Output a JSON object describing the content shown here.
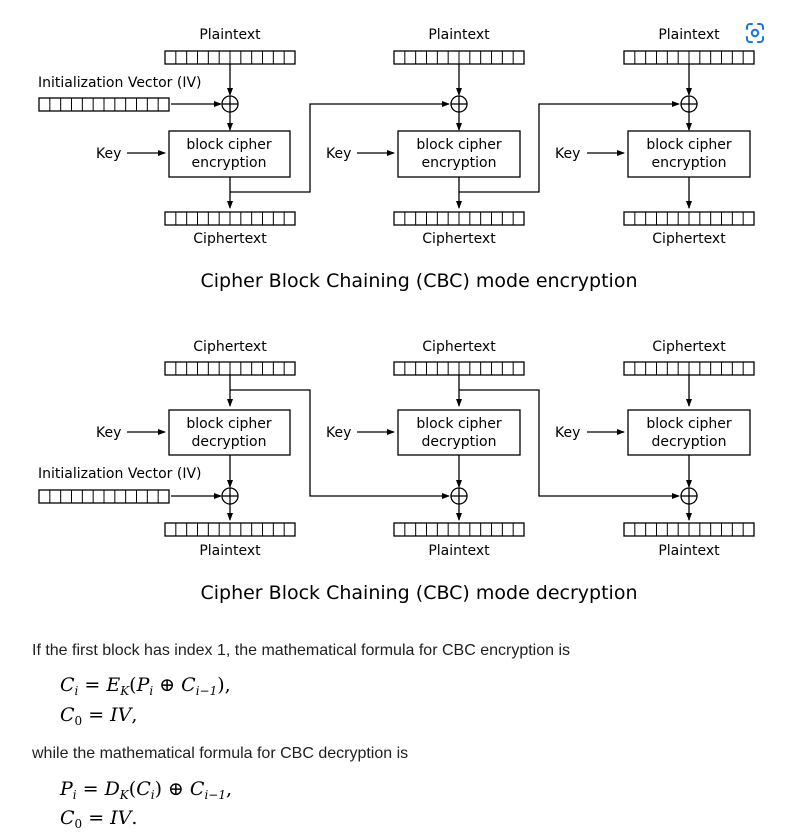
{
  "encryption": {
    "top_labels": [
      "Plaintext",
      "Plaintext",
      "Plaintext"
    ],
    "bottom_labels": [
      "Ciphertext",
      "Ciphertext",
      "Ciphertext"
    ],
    "iv_label": "Initialization Vector (IV)",
    "key_labels": [
      "Key",
      "Key",
      "Key"
    ],
    "block_line1": [
      "block cipher",
      "block cipher",
      "block cipher"
    ],
    "block_line2": [
      "encryption",
      "encryption",
      "encryption"
    ],
    "caption": "Cipher Block Chaining (CBC) mode encryption"
  },
  "decryption": {
    "top_labels": [
      "Ciphertext",
      "Ciphertext",
      "Ciphertext"
    ],
    "bottom_labels": [
      "Plaintext",
      "Plaintext",
      "Plaintext"
    ],
    "iv_label": "Initialization Vector (IV)",
    "key_labels": [
      "Key",
      "Key",
      "Key"
    ],
    "block_line1": [
      "block cipher",
      "block cipher",
      "block cipher"
    ],
    "block_line2": [
      "decryption",
      "decryption",
      "decryption"
    ],
    "caption": "Cipher Block Chaining (CBC) mode decryption"
  },
  "article": {
    "intro_encryption": "If the first block has index 1, the mathematical formula for CBC encryption is",
    "intro_decryption": "while the mathematical formula for CBC decryption is",
    "symbols": {
      "C": "C",
      "P": "P",
      "i": "i",
      "i_minus_1": "i−1",
      "zero": "0",
      "E": "E",
      "D": "D",
      "K": "K",
      "IV": "IV",
      "eq": "=",
      "xor": "⊕",
      "lparen": "(",
      "rparen": ")",
      "comma": ",",
      "period": "."
    }
  },
  "icons": {
    "lens": "google-lens-icon"
  }
}
